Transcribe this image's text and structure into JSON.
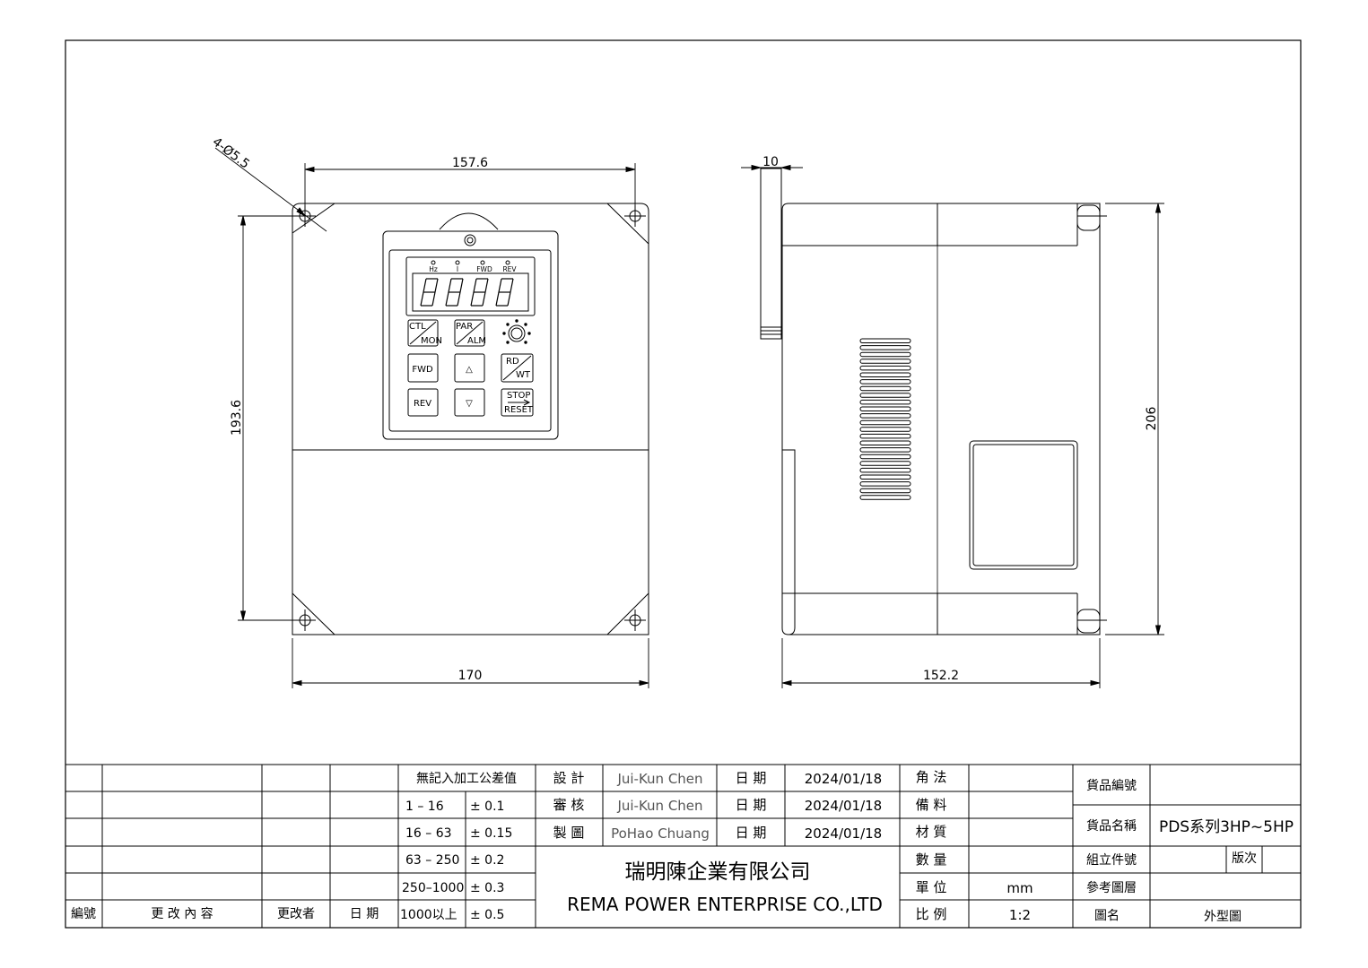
{
  "front_view": {
    "dim_width_top": "157.6",
    "dim_height_left": "193.6",
    "dim_width_bottom": "170",
    "hole_callout": "4-Ø5.5",
    "keypad": {
      "leds": [
        "Hz",
        "I",
        "FWD",
        "REV"
      ],
      "digits": [
        "8",
        "8",
        "8",
        "8"
      ],
      "keys": {
        "ctl_top": "CTL",
        "ctl_bottom": "MON",
        "par_top": "PAR",
        "par_bottom": "ALM",
        "fwd": "FWD",
        "up": "△",
        "rd_top": "RD",
        "rd_bottom": "WT",
        "rev": "REV",
        "down": "▽",
        "stop_top": "STOP",
        "stop_bottom": "RESET"
      }
    }
  },
  "side_view": {
    "dim_top": "10",
    "dim_height_right": "206",
    "dim_width_bottom": "152.2"
  },
  "title_block": {
    "revision_headers": {
      "no": "編號",
      "content": "更 改 內 容",
      "by": "更改者",
      "date": "日 期"
    },
    "tolerance": {
      "header": "無記入加工公差值",
      "rows": [
        {
          "range": "1 – 16",
          "tol": "± 0.1"
        },
        {
          "range": "16 – 63",
          "tol": "± 0.15"
        },
        {
          "range": "63 – 250",
          "tol": "± 0.2"
        },
        {
          "range": "250–1000",
          "tol": "± 0.3"
        },
        {
          "range": "1000以上",
          "tol": "± 0.5"
        }
      ]
    },
    "approvals": [
      {
        "role": "設 計",
        "name": "Jui-Kun Chen",
        "date_label": "日 期",
        "date": "2024/01/18"
      },
      {
        "role": "審 核",
        "name": "Jui-Kun Chen",
        "date_label": "日 期",
        "date": "2024/01/18"
      },
      {
        "role": "製 圖",
        "name": "PoHao Chuang",
        "date_label": "日 期",
        "date": "2024/01/18"
      }
    ],
    "company_cn": "瑞明陳企業有限公司",
    "company_en": "REMA POWER ENTERPRISE CO.,LTD",
    "props": [
      {
        "label": "角 法",
        "value": ""
      },
      {
        "label": "備 料",
        "value": ""
      },
      {
        "label": "材 質",
        "value": ""
      },
      {
        "label": "數 量",
        "value": ""
      },
      {
        "label": "單 位",
        "value": "mm"
      },
      {
        "label": "比 例",
        "value": "1:2"
      }
    ],
    "item_no_label": "貨品編號",
    "item_no": "",
    "item_name_label": "貨品名稱",
    "item_name": "PDS系列3HP~5HP",
    "assembly_label": "組立件號",
    "version_label": "版次",
    "ref_label": "參考圖層",
    "drawing_name_label": "圖名",
    "drawing_name": "外型圖"
  }
}
